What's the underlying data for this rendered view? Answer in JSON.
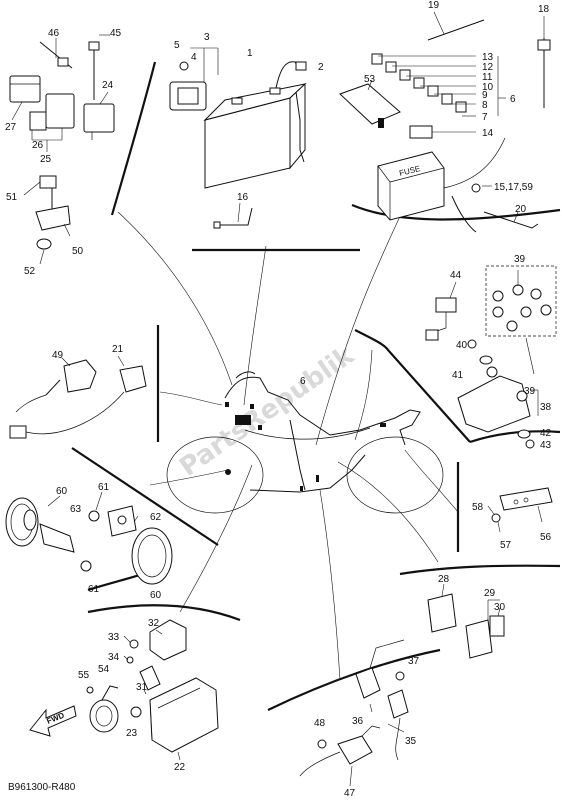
{
  "diagram": {
    "watermark": "PartsRepublik",
    "drawing_code": "B961300-R480",
    "direction_label": "FWD",
    "fuse_box_label": "FUSE"
  },
  "callouts": {
    "c1": "1",
    "c2": "2",
    "c3": "3",
    "c4": "4",
    "c5": "5",
    "c6_fuses": "6",
    "c6_frame": "6",
    "c7": "7",
    "c8": "8",
    "c9": "9",
    "c10": "10",
    "c11": "11",
    "c12": "12",
    "c13": "13",
    "c14": "14",
    "c15_17_59": "15,17,59",
    "c16": "16",
    "c18": "18",
    "c19": "19",
    "c20": "20",
    "c21": "21",
    "c22": "22",
    "c23": "23",
    "c24": "24",
    "c25": "25",
    "c26": "26",
    "c27": "27",
    "c28": "28",
    "c29": "29",
    "c30": "30",
    "c31": "31",
    "c32": "32",
    "c33": "33",
    "c34": "34",
    "c35": "35",
    "c36": "36",
    "c37": "37",
    "c38": "38",
    "c39_top": "39",
    "c39_mid": "39",
    "c40": "40",
    "c41": "41",
    "c42": "42",
    "c43": "43",
    "c44": "44",
    "c45": "45",
    "c46": "46",
    "c47": "47",
    "c48": "48",
    "c49": "49",
    "c50": "50",
    "c51": "51",
    "c52": "52",
    "c53": "53",
    "c54": "54",
    "c55": "55",
    "c56": "56",
    "c57": "57",
    "c58": "58",
    "c60_a": "60",
    "c60_b": "60",
    "c61_a": "61",
    "c61_b": "61",
    "c62": "62",
    "c63": "63"
  }
}
